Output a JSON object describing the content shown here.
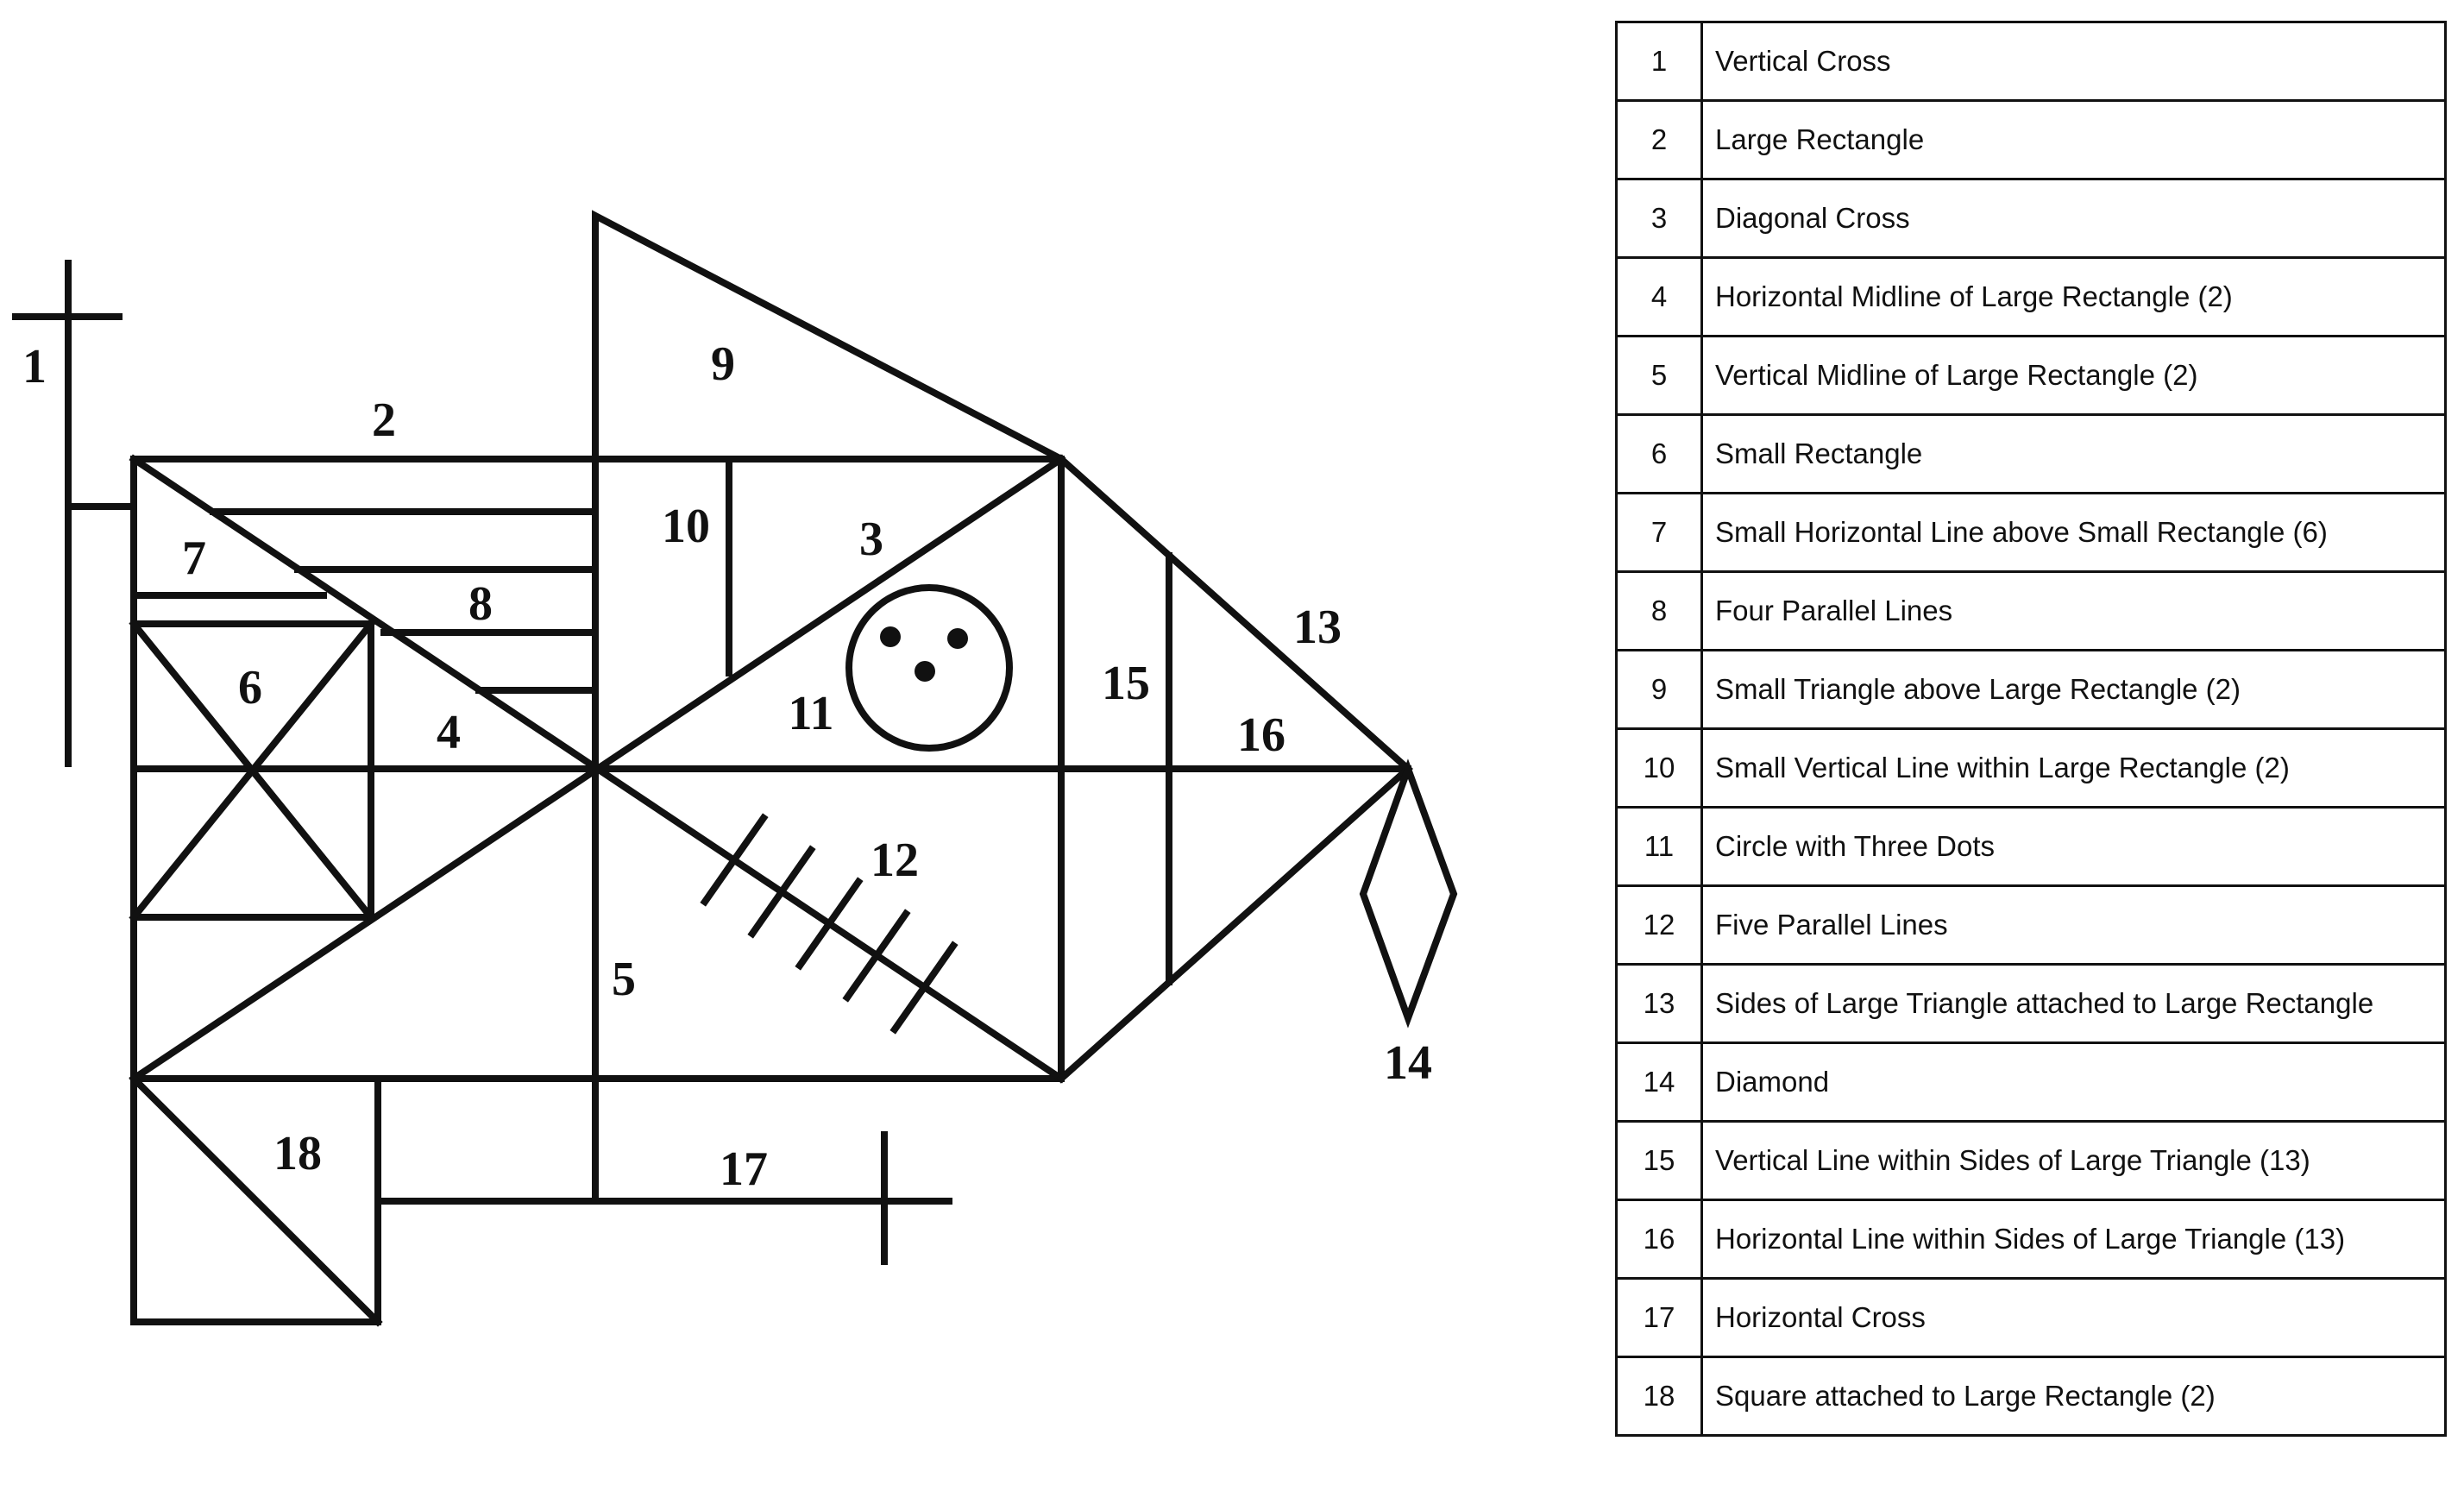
{
  "figure": {
    "labels": [
      "1",
      "2",
      "3",
      "4",
      "5",
      "6",
      "7",
      "8",
      "9",
      "10",
      "11",
      "12",
      "13",
      "14",
      "15",
      "16",
      "17",
      "18"
    ]
  },
  "legend": {
    "rows": [
      {
        "num": "1",
        "text": "Vertical Cross"
      },
      {
        "num": "2",
        "text": "Large Rectangle"
      },
      {
        "num": "3",
        "text": "Diagonal Cross"
      },
      {
        "num": "4",
        "text": "Horizontal Midline of Large Rectangle (2)"
      },
      {
        "num": "5",
        "text": "Vertical Midline of Large Rectangle (2)"
      },
      {
        "num": "6",
        "text": "Small Rectangle"
      },
      {
        "num": "7",
        "text": "Small Horizontal Line above Small Rectangle (6)"
      },
      {
        "num": "8",
        "text": "Four Parallel Lines"
      },
      {
        "num": "9",
        "text": "Small Triangle above Large Rectangle (2)"
      },
      {
        "num": "10",
        "text": "Small Vertical Line within Large Rectangle (2)"
      },
      {
        "num": "11",
        "text": "Circle with Three Dots"
      },
      {
        "num": "12",
        "text": "Five Parallel Lines"
      },
      {
        "num": "13",
        "text": "Sides of Large Triangle attached to Large Rectangle"
      },
      {
        "num": "14",
        "text": "Diamond"
      },
      {
        "num": "15",
        "text": "Vertical Line within Sides of Large Triangle (13)"
      },
      {
        "num": "16",
        "text": "Horizontal Line within Sides of Large Triangle (13)"
      },
      {
        "num": "17",
        "text": "Horizontal Cross"
      },
      {
        "num": "18",
        "text": "Square attached to Large Rectangle (2)"
      }
    ]
  }
}
